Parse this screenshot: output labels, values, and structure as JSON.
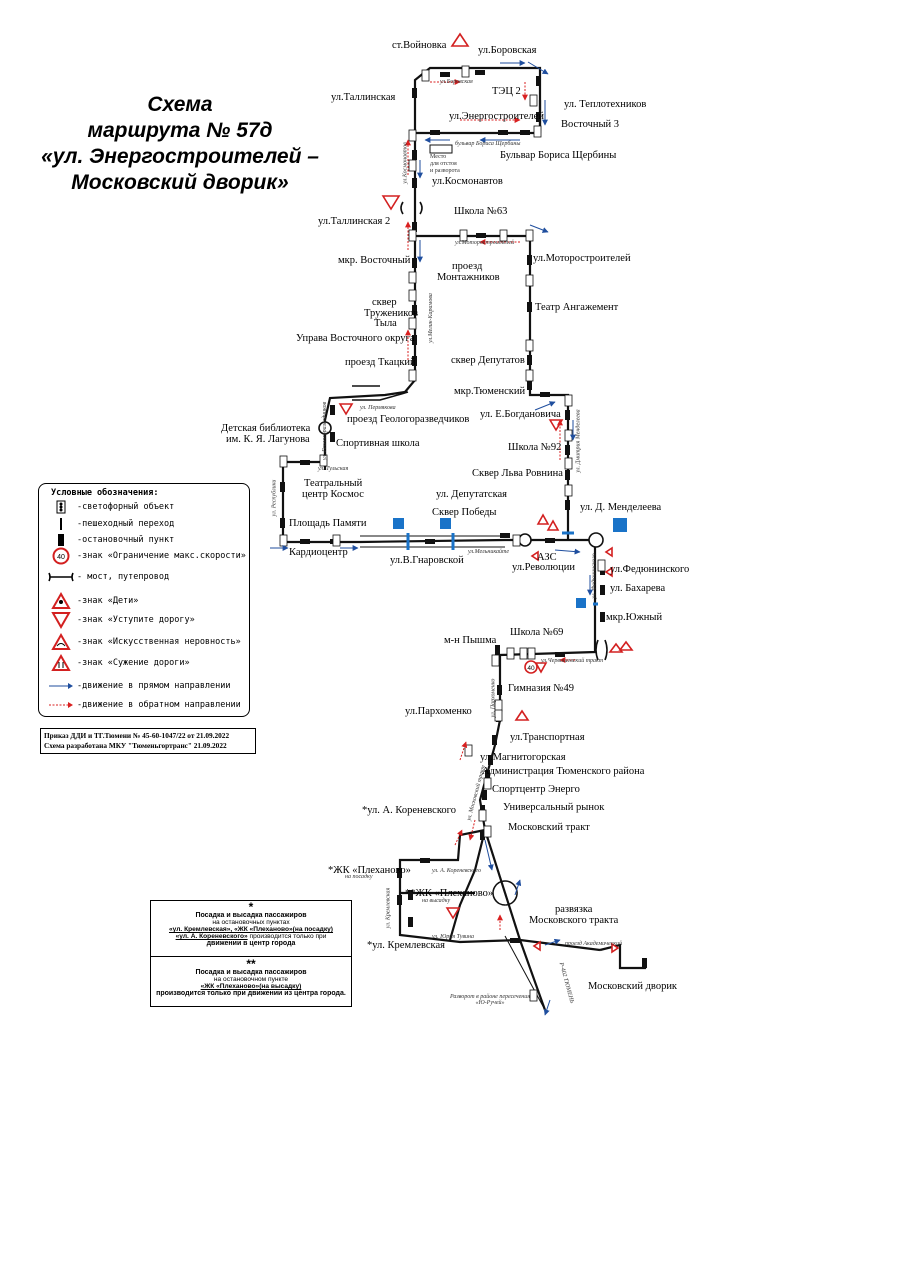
{
  "title": {
    "line1": "Схема",
    "line2": "маршрута № 57д",
    "line3": "«ул. Энергостроителей –",
    "line4": "Московский дворик»"
  },
  "colors": {
    "route_line": "#111111",
    "forward_arrow": "#1f4e9e",
    "reverse_arrow": "#d92020",
    "sign_red": "#d32020",
    "info_blue": "#1a73c8"
  },
  "stops": {
    "voynovka": "ст.Войновка",
    "borovskaya": "ул.Боровская",
    "tallinskaya": "ул.Таллинская",
    "tec2": "ТЭЦ 2",
    "teplotekhnikov": "ул. Теплотехников",
    "energostroiteley": "ул.Энергостроителей",
    "vostochny3": "Восточный 3",
    "bulvar": "Бульвар Бориса Щербины",
    "kosmonavtov": "ул.Космонавтов",
    "tallinskaya2": "ул.Таллинская 2",
    "school63": "Школа №63",
    "mkr_vostochny": "мкр. Восточный",
    "motorostroiteley": "ул.Моторостроителей",
    "montazhnikov1": "проезд",
    "montazhnikov2": "Монтажников",
    "sqver1": "сквер",
    "sqver2": "Тружеников",
    "sqver3": "Тыла",
    "teatr": "Театр Ангажемент",
    "uprava": "Управа Восточного округа",
    "tkatsky": "проезд Ткацкий",
    "sqver_deputatov": "сквер Депутатов",
    "tyumensky": "мкр.Тюменский",
    "geologorazv": "проезд Геологоразведчиков",
    "bogdanovicha": "ул. Е.Богдановича",
    "library1": "Детская библиотека",
    "library2": "им. К. Я. Лагунова",
    "sport_school": "Спортивная школа",
    "school92": "Школа №92",
    "teatr_centr1": "Театральный",
    "teatr_centr2": "центр Космос",
    "rovnina": "Сквер Льва Ровнина",
    "deputatskaya": "ул. Депутатская",
    "mendeleeva": "ул. Д. Менделеева",
    "ploshchad": "Площадь Памяти",
    "skver_pobedy": "Сквер Победы",
    "kardiocentr": "Кардиоцентр",
    "azs": "АЗС",
    "gnyarovskoy": "ул.В.Гнаровской",
    "revolucii": "ул.Революции",
    "fedyuninskogo": "ул.Федюнинского",
    "bakhareva": "ул. Бахарева",
    "yuzhny": "мкр.Южный",
    "school69": "Школа №69",
    "pyshma": "м-н Пышма",
    "gymnasium49": "Гимназия №49",
    "parkhomenko": "ул.Пархоменко",
    "transportnaya": "ул.Транспортная",
    "magnitogorskaya": "ул.Магнитогорская",
    "administration": "Администрация Тюменского района",
    "sportcentr": "Спортцентр Энерго",
    "universal": "Универсальный рынок",
    "koreneevskogo": "*ул. А. Кореневского",
    "moskovsky_trakt": "Московский тракт",
    "plekhanovo1": "*ЖК «Плеханово»",
    "plekhanovo2": "**ЖК «Плеханово»",
    "razvyazka1": "развязка",
    "razvyazka2": "Московского тракта",
    "kremlevskaya": "*ул. Кремлевская",
    "dvorik": "Московский дворик"
  },
  "misc": {
    "mesto1": "Место",
    "mesto2": "для отстоя",
    "mesto3": "и разворота",
    "razvorot": "Разворот в районе пересечения «Ю-Ручей»"
  },
  "streets_small": {
    "s_borovskaya": "ул.Боровская",
    "s_bulvar": "бульвар Бориса Щербины",
    "s_kosm": "ул.Космонавтов",
    "s_motor": "ул.Моторостроителей",
    "s_mira": "ул.Мелик-Карамова",
    "s_permyakova": "ул. Пермякова",
    "s_geologo": "ул. Геологоразведчиков",
    "s_tulskaya": "ул. Тульская",
    "s_respubliki": "ул. Республики",
    "s_dmendeleeva": "ул. Дмитрия Менделеева",
    "s_melnikaite": "ул.Мельникайте",
    "s_fedyun": "ул. Федюнинского",
    "s_chervishevsky": "ул.Червишевский тракт",
    "s_parkhomenko": "ул. Пархоменко",
    "s_moskovsky": "ул. Московский тракт",
    "s_akoren": "ул. А. Кореневского",
    "s_kremlev": "ул. Кремлевская",
    "s_tjumen": "ул. Юрия Тувина",
    "s_academ": "проезд Академический",
    "s_r402": "Р-402 ТЮМЕНЬ",
    "na_posadku": "на посадку",
    "na_vysadku": "на высадку"
  },
  "legend": {
    "title": "Условные обозначения:",
    "traffic_light": "-светофорный объект",
    "crosswalk": "-пешеходный переход",
    "stop": "-остановочный пункт",
    "speed": "-знак «Ограничение макс.скорости»",
    "speed_value": "40",
    "bridge": "- мост, путепровод",
    "children": "-знак «Дети»",
    "yield": "-знак «Уступите дорогу»",
    "bump": "-знак «Искусственная неровность»",
    "narrow": "-знак «Сужение дороги»",
    "forward": "-движение в прямом направлении",
    "reverse": "-движение в обратном направлении"
  },
  "order": {
    "line1": "Приказ ДДИ и ТГ.Тюмени № 45-60-1047/22 от 21.09.2022",
    "line2": "Схема разработана МКУ \"Тюменьгортранс\" 21.09.2022"
  },
  "note": {
    "star1": "*",
    "head1": "Посадка и высадка пассажиров",
    "t1": "на остановочных пунктах",
    "stops1a": "«ул. Кремлевская», «ЖК «Плеханово»(на посадку)",
    "stops1b": "«ул. А. Кореневского»",
    "t1b": "производится только при",
    "t1c": "движении в центр города",
    "star2": "**",
    "head2": "Посадка и высадка пассажиров",
    "t2": "на остановочном пункте",
    "stops2": "«ЖК «Плеханово»(на высадку)",
    "t2b": "производится только при движении из центра города."
  }
}
